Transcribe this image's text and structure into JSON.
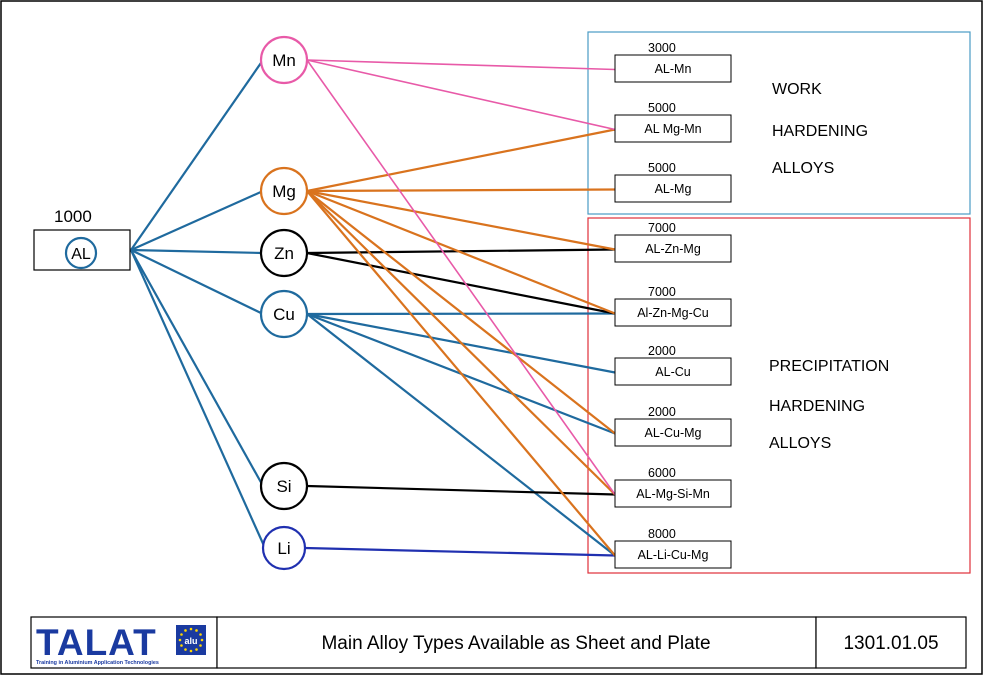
{
  "root": {
    "number": "1000",
    "label": "AL"
  },
  "elements": [
    {
      "id": "mn",
      "label": "Mn",
      "color": "#e85aa8"
    },
    {
      "id": "mg",
      "label": "Mg",
      "color": "#d9731e"
    },
    {
      "id": "zn",
      "label": "Zn",
      "color": "#000000"
    },
    {
      "id": "cu",
      "label": "Cu",
      "color": "#1f6a9e"
    },
    {
      "id": "si",
      "label": "Si",
      "color": "#000000"
    },
    {
      "id": "li",
      "label": "Li",
      "color": "#2030b0"
    }
  ],
  "alloys": [
    {
      "id": "a0",
      "number": "3000",
      "label": "AL-Mn"
    },
    {
      "id": "a1",
      "number": "5000",
      "label": "AL Mg-Mn"
    },
    {
      "id": "a2",
      "number": "5000",
      "label": "AL-Mg"
    },
    {
      "id": "a3",
      "number": "7000",
      "label": "AL-Zn-Mg"
    },
    {
      "id": "a4",
      "number": "7000",
      "label": "Al-Zn-Mg-Cu"
    },
    {
      "id": "a5",
      "number": "2000",
      "label": "AL-Cu"
    },
    {
      "id": "a6",
      "number": "2000",
      "label": "AL-Cu-Mg"
    },
    {
      "id": "a7",
      "number": "6000",
      "label": "AL-Mg-Si-Mn"
    },
    {
      "id": "a8",
      "number": "8000",
      "label": "AL-Li-Cu-Mg"
    }
  ],
  "connections": [
    {
      "from": "mn",
      "to": "a0"
    },
    {
      "from": "mn",
      "to": "a1"
    },
    {
      "from": "mn",
      "to": "a7"
    },
    {
      "from": "mg",
      "to": "a1"
    },
    {
      "from": "mg",
      "to": "a2"
    },
    {
      "from": "mg",
      "to": "a3"
    },
    {
      "from": "mg",
      "to": "a4"
    },
    {
      "from": "mg",
      "to": "a6"
    },
    {
      "from": "mg",
      "to": "a7"
    },
    {
      "from": "mg",
      "to": "a8"
    },
    {
      "from": "zn",
      "to": "a3"
    },
    {
      "from": "zn",
      "to": "a4"
    },
    {
      "from": "cu",
      "to": "a4"
    },
    {
      "from": "cu",
      "to": "a5"
    },
    {
      "from": "cu",
      "to": "a6"
    },
    {
      "from": "cu",
      "to": "a8"
    },
    {
      "from": "si",
      "to": "a7"
    },
    {
      "from": "li",
      "to": "a8"
    }
  ],
  "groups": {
    "work": {
      "line1": "WORK",
      "line2": "HARDENING",
      "line3": "ALLOYS",
      "color": "#4a9bc4"
    },
    "precip": {
      "line1": "PRECIPITATION",
      "line2": "HARDENING",
      "line3": "ALLOYS",
      "color": "#e0303a"
    }
  },
  "root_line_color": "#1f6a9e",
  "footer": {
    "logo_text": "TALAT",
    "logo_badge": "alu",
    "logo_subtitle": "Training in Aluminium Application Technologies",
    "logo_color": "#1a3aa0",
    "title": "Main Alloy Types Available as Sheet and Plate",
    "code": "1301.01.05"
  }
}
